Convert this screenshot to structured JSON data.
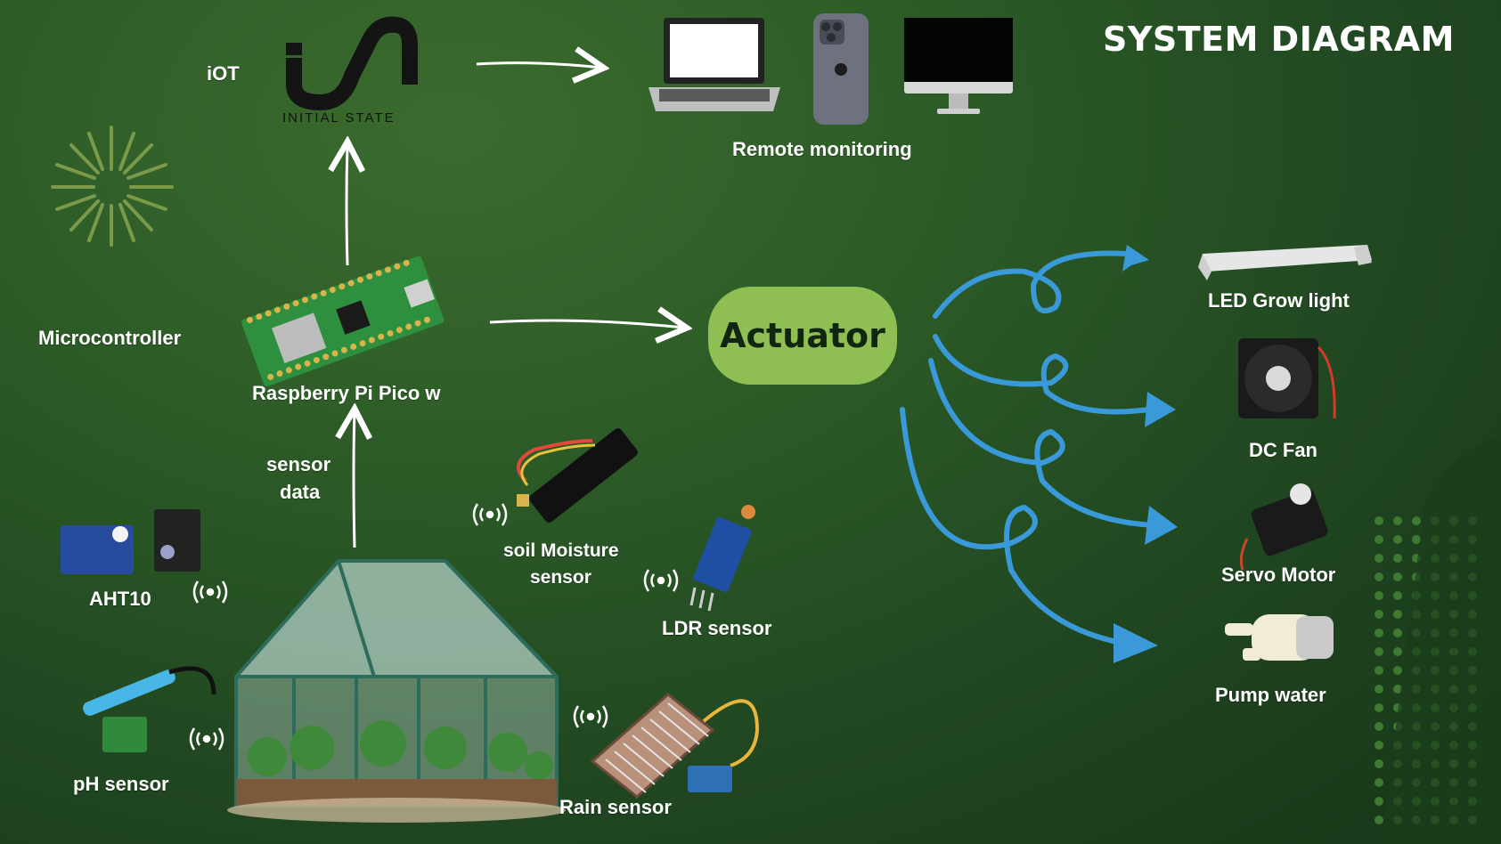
{
  "title": "SYSTEM DIAGRAM",
  "iot": {
    "label": "iOT",
    "brand": "INITIAL STATE"
  },
  "remote": {
    "label": "Remote monitoring"
  },
  "microcontroller": {
    "label": "Microcontroller",
    "board": "Raspberry Pi Pico w"
  },
  "sensor_data": {
    "line1": "sensor",
    "line2": "data"
  },
  "actuator": {
    "label": "Actuator"
  },
  "sensors": {
    "aht10": "AHT10",
    "soil_line1": "soil Moisture",
    "soil_line2": "sensor",
    "ldr": "LDR sensor",
    "ph": "pH sensor",
    "rain": "Rain sensor"
  },
  "outputs": {
    "led": "LED Grow light",
    "fan": "DC Fan",
    "servo": "Servo Motor",
    "pump": "Pump water"
  },
  "colors": {
    "accent_blue": "#3a9ad9",
    "actuator_green": "#8fbf52",
    "bg": "#2c5a27"
  }
}
